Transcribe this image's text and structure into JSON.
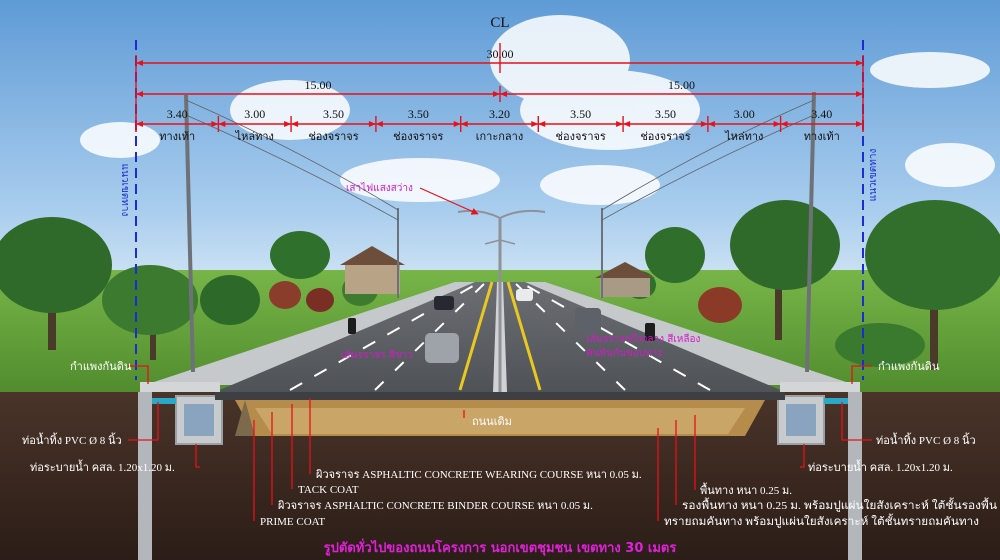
{
  "centerline": {
    "symbol": "CL",
    "total_width": "30.00"
  },
  "halves": {
    "left": "15.00",
    "right": "15.00"
  },
  "segments": [
    {
      "width": "3.40",
      "label": "ทางเท้า"
    },
    {
      "width": "3.00",
      "label": "ไหล่ทาง"
    },
    {
      "width": "3.50",
      "label": "ช่องจราจร"
    },
    {
      "width": "3.50",
      "label": "ช่องจราจร"
    },
    {
      "width": "3.20",
      "label": "เกาะกลาง"
    },
    {
      "width": "3.50",
      "label": "ช่องจราจร"
    },
    {
      "width": "3.50",
      "label": "ช่องจราจร"
    },
    {
      "width": "3.00",
      "label": "ไหล่ทาง"
    },
    {
      "width": "3.40",
      "label": "ทางเท้า"
    }
  ],
  "boundary_label": "แนวเขตทาง",
  "scene_labels": {
    "light_pole": "เสาไฟแสงสว่าง",
    "lane_marking_left": "เส้นจราจร สีขาว",
    "lane_marking_center": "เส้นจราจรกึ่งกลาง สีเหลือง",
    "curb": "คันหินกันขอบทาง"
  },
  "annotations": {
    "retaining_wall_left": "กำแพงกันดิน",
    "retaining_wall_right": "กำแพงกันดิน",
    "pipe_left": "ท่อน้ำทิ้ง PVC Ø 8 นิ้ว",
    "pipe_right": "ท่อน้ำทิ้ง PVC Ø 8 นิ้ว",
    "drain_left": "ท่อระบายน้ำ คสล. 1.20x1.20 ม.",
    "drain_right": "ท่อระบายน้ำ คสล. 1.20x1.20 ม.",
    "existing_road": "ถนนเดิม",
    "wearing": "ผิวจราจร ASPHALTIC CONCRETE WEARING COURSE หนา 0.05 ม.",
    "tack": "TACK COAT",
    "binder": "ผิวจราจร ASPHALTIC CONCRETE BINDER COURSE หนา 0.05 ม.",
    "prime": "PRIME COAT",
    "base": "พื้นทาง หนา 0.25 ม.",
    "subbase": "รองพื้นทาง หนา 0.25 ม. พร้อมปูแผ่นใยสังเคราะห์ ใต้ชั้นรองพื้น",
    "subgrade": "ทรายถมคันทาง พร้อมปูแผ่นใยสังเคราะห์ ใต้ชั้นทรายถมคันทาง"
  },
  "caption": "รูปตัดทั่วไปของถนนโครงการ นอกเขตชุมชน เขตทาง 30 เมตร",
  "colors": {
    "dimension": "#e8101a",
    "leader": "#e8101a",
    "boundary": "#1b2bd6",
    "caption": "#e020d8",
    "sky": "#7fb2e0",
    "asphalt": "#5a5d62",
    "soil": "#3b2a22"
  }
}
